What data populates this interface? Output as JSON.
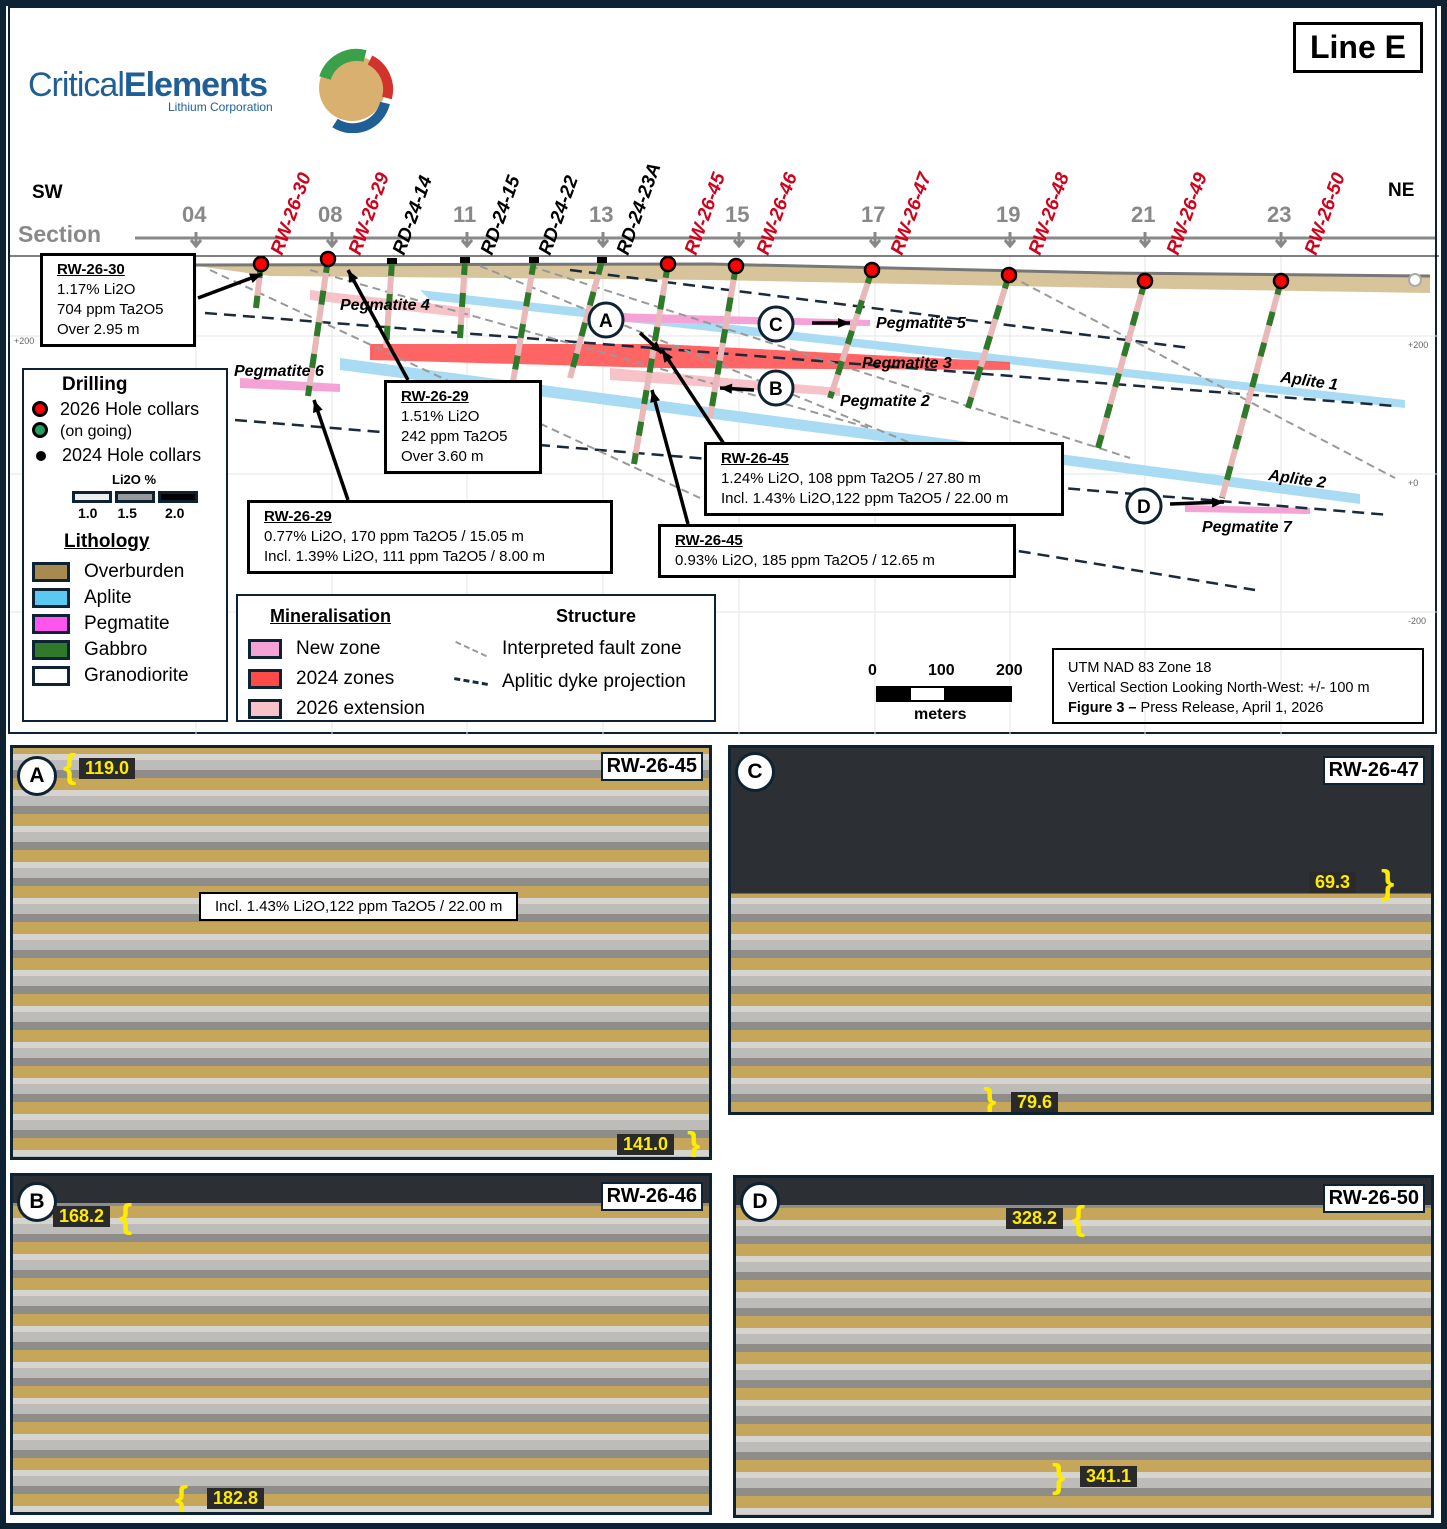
{
  "header": {
    "logo_part1": "Critical",
    "logo_part2": "Elements",
    "logo_subtitle": "Lithium Corporation",
    "line_title": "Line E"
  },
  "section": {
    "dir_sw": "SW",
    "dir_ne": "NE",
    "section_label": "Section",
    "ticks": [
      "04",
      "08",
      "11",
      "13",
      "15",
      "17",
      "19",
      "21",
      "23"
    ],
    "holes": [
      {
        "label": "RW-26-30",
        "color": "#d0021b"
      },
      {
        "label": "RW-26-29",
        "color": "#d0021b"
      },
      {
        "label": "RD-24-14",
        "color": "#000000"
      },
      {
        "label": "RD-24-15",
        "color": "#000000"
      },
      {
        "label": "RD-24-22",
        "color": "#000000"
      },
      {
        "label": "RD-24-23A",
        "color": "#000000"
      },
      {
        "label": "RW-26-45",
        "color": "#d0021b"
      },
      {
        "label": "RW-26-46",
        "color": "#d0021b"
      },
      {
        "label": "RW-26-47",
        "color": "#d0021b"
      },
      {
        "label": "RW-26-48",
        "color": "#d0021b"
      },
      {
        "label": "RW-26-49",
        "color": "#d0021b"
      },
      {
        "label": "RW-26-50",
        "color": "#d0021b"
      }
    ],
    "elevations": [
      "+200",
      "+0",
      "-200"
    ],
    "units": [
      "Pegmatite 4",
      "Pegmatite 5",
      "Pegmatite 3",
      "Pegmatite 2",
      "Pegmatite 6",
      "Pegmatite 7",
      "Aplite 1",
      "Aplite 2"
    ],
    "markers": [
      "A",
      "B",
      "C",
      "D"
    ]
  },
  "callouts": [
    {
      "title": "RW-26-30",
      "lines": [
        "1.17% Li2O",
        "704 ppm Ta2O5",
        "Over 2.95 m"
      ]
    },
    {
      "title": "RW-26-29",
      "lines": [
        "1.51% Li2O",
        "242 ppm Ta2O5",
        "Over 3.60 m"
      ]
    },
    {
      "title": "RW-26-29",
      "lines": [
        "0.77% Li2O, 170 ppm Ta2O5 / 15.05 m",
        "Incl. 1.39% Li2O, 111 ppm Ta2O5 / 8.00 m"
      ]
    },
    {
      "title": "RW-26-45",
      "lines": [
        "1.24% Li2O, 108 ppm Ta2O5 / 27.80 m",
        "Incl. 1.43% Li2O,122 ppm Ta2O5 / 22.00 m"
      ]
    },
    {
      "title": "RW-26-45",
      "lines": [
        "0.93% Li2O, 185 ppm Ta2O5 / 12.65 m"
      ]
    }
  ],
  "legend": {
    "drilling_title": "Drilling",
    "collar_2026": "2026 Hole collars",
    "ongoing": "(on going)",
    "collar_2024": "2024 Hole collars",
    "li2o_title": "Li2O %",
    "li2o_scale": [
      "1.0",
      "1.5",
      "2.0"
    ],
    "lithology_title": "Lithology",
    "lithology": [
      {
        "label": "Overburden",
        "color": "#a88a4e"
      },
      {
        "label": "Aplite",
        "color": "#5bc8f0"
      },
      {
        "label": "Pegmatite",
        "color": "#ff55ee"
      },
      {
        "label": "Gabbro",
        "color": "#2f7a2a"
      },
      {
        "label": "Granodiorite",
        "color": "#ffffff"
      }
    ],
    "mineralisation_title": "Mineralisation",
    "mineralisation": [
      {
        "label": "New zone",
        "color": "#f5a3d6"
      },
      {
        "label": "2024 zones",
        "color": "#ff4a4a"
      },
      {
        "label": "2026 extension",
        "color": "#f7c3c8"
      }
    ],
    "structure_title": "Structure",
    "structure": [
      "Interpreted fault zone",
      "Aplitic dyke projection"
    ]
  },
  "scale": {
    "labels": [
      "0",
      "100",
      "200"
    ],
    "unit": "meters"
  },
  "info": {
    "line1": "UTM NAD 83 Zone 18",
    "line2": "Vertical Section Looking North-West: +/- 100 m",
    "fig_bold": "Figure 3 –",
    "fig_rest": " Press Release, April 1, 2026"
  },
  "photos": {
    "A": {
      "letter": "A",
      "hole": "RW-26-45",
      "top": "119.0",
      "bottom": "141.0",
      "note": "Incl. 1.43% Li2O,122 ppm Ta2O5 / 22.00 m"
    },
    "C": {
      "letter": "C",
      "hole": "RW-26-47",
      "top": "69.3",
      "bottom": "79.6"
    },
    "B": {
      "letter": "B",
      "hole": "RW-26-46",
      "top": "168.2",
      "bottom": "182.8"
    },
    "D": {
      "letter": "D",
      "hole": "RW-26-50",
      "top": "328.2",
      "bottom": "341.1"
    }
  }
}
